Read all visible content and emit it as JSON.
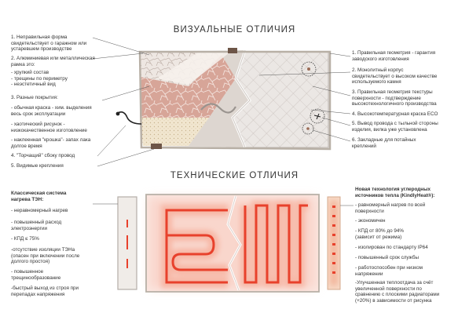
{
  "visual": {
    "title": "ВИЗУАЛЬНЫЕ ОТЛИЧИЯ",
    "left_notes": [
      "1. Неправильная форма\nсвидетельствует о гаражном или\nустаревшем производстве",
      "2. Алюминиевая или металлическая\nрамка это:",
      "- хрупкий состав\n- трещины по периметру\n- неэстетичный вид",
      "3. Разные покрытия:",
      "- обычная краска - хим. выделения\nвесь срок эксплуатации",
      "- хаотический рисунок -\nнизкокачественное изготовление",
      "- наклеенная \"крошка\"- запах лака\nдолгое время",
      "4. \"Торчащий\" сбоку провод",
      "5. Видимые крепления"
    ],
    "right_notes": [
      "1. Правильная геометрия - гарантия\nзаводского изготовления",
      "2. Монолитный корпус\nсвидетельствует о высоком качестве\nиспользуемого камня",
      "3. Правильная геометрия текстуры\nповерхности - подтверждение\nвысокотехнологичного производства",
      "4. Высокотемпературная краска ECO",
      "5. Вывод провода с тыльной стороны\nизделия, вилка уже установлена",
      "6. Закладные для потайных\nкреплений"
    ]
  },
  "technical": {
    "title": "ТЕХНИЧЕСКИЕ ОТЛИЧИЯ",
    "left_heading": "Классическая система\nнагрева ТЭН:",
    "left_notes": [
      "- неравномерный нагрев",
      "- повышенный расход\nэлектроэнергии",
      "- КПД ≤ 75%",
      "-отсутствие изоляции ТЭНа\n(опасен при включении после\nдолгого простоя)",
      "- повышенное\nтрещинообразование",
      "-быстрый выход из строя при\nперепадах напряжения"
    ],
    "right_heading": "Новая технология углеродных\nисточников тепла (KindlyHeat®):",
    "right_notes": [
      "- равномерный нагрев по всей\nповерхности",
      "- экономичен",
      "- КПД от 80% до 94%\n(зависит от режима)",
      "- изолирован по стандарту IP64",
      "- повышенный срок службы",
      "- работоспособен при низком\nнапряжении",
      "-Улучшенная теплоотдача за счёт\nувеличенной поверхности по\nсравнению с плоскими радиаторами\n(+20%) в зависимости от рисунка"
    ]
  },
  "colors": {
    "frame": "#b8b0a6",
    "heat_red": "#e8412c",
    "heat_glow": "#f7b7a6",
    "pink_panel": "#d9a79b",
    "beige_panel": "#efe0c6",
    "quilt": "#e9e4e1"
  }
}
